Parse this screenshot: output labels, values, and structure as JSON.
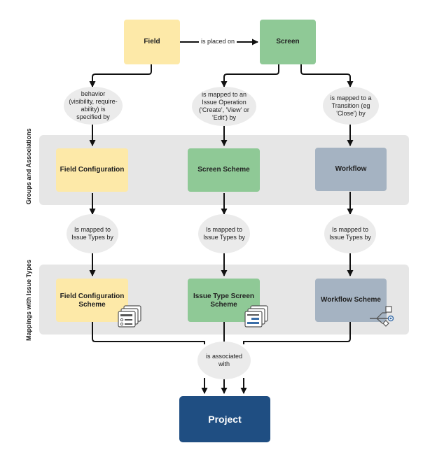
{
  "nodes": {
    "field": "Field",
    "screen": "Screen",
    "field_configuration": "Field Configuration",
    "screen_scheme": "Screen Scheme",
    "workflow": "Workflow",
    "field_configuration_scheme": "Field Configuration Scheme",
    "issue_type_screen_scheme": "Issue Type Screen Scheme",
    "workflow_scheme": "Workflow Scheme",
    "project": "Project"
  },
  "edges": {
    "placed_on": "is placed on",
    "behavior": "behavior (visibility, require-ability) is specified by",
    "mapped_operation": "is mapped to an Issue Operation ('Create', 'View' or 'Edit') by",
    "mapped_transition": "is mapped to a Transition (eg 'Close') by",
    "mapped_issue_types_1": "Is mapped to Issue Types by",
    "mapped_issue_types_2": "Is mapped to Issue Types by",
    "mapped_issue_types_3": "Is mapped to Issue Types by",
    "associated_with": "is associated with"
  },
  "groups": {
    "groups_and_associations": "Groups and Associations",
    "mappings_with_issue_types": "Mappings with Issue Types"
  },
  "colors": {
    "field_nodes": "#fde9a8",
    "screen_nodes": "#8fc996",
    "workflow_nodes": "#a5b3c2",
    "project_node": "#1f4e82",
    "band": "#e6e6e6",
    "bubble": "#ebebeb",
    "connector": "#111111"
  },
  "icons": [
    "field-config-scheme-icon",
    "issue-type-screen-scheme-icon",
    "workflow-scheme-icon"
  ]
}
